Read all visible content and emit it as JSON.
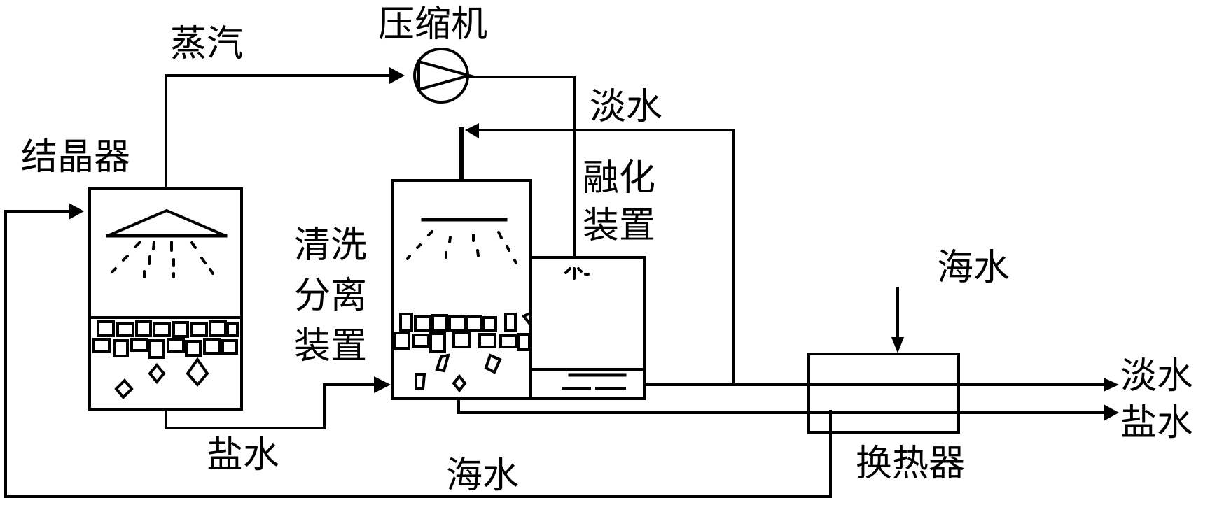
{
  "diagram": {
    "title_hidden": false,
    "labels": {
      "steam": "蒸汽",
      "compressor": "压缩机",
      "crystallizer": "结晶器",
      "fresh_water_top": "淡水",
      "melting_device_line1": "融化",
      "melting_device_line2": "装置",
      "washing_separator_line1": "清洗",
      "washing_separator_line2": "分离",
      "washing_separator_line3": "装置",
      "seawater_in": "海水",
      "fresh_water_out": "淡水",
      "brine_out": "盐水",
      "brine_bottom": "盐水",
      "seawater_bottom": "海水",
      "heat_exchanger": "换热器"
    },
    "colors": {
      "line": "#000000",
      "background": "#ffffff"
    }
  }
}
